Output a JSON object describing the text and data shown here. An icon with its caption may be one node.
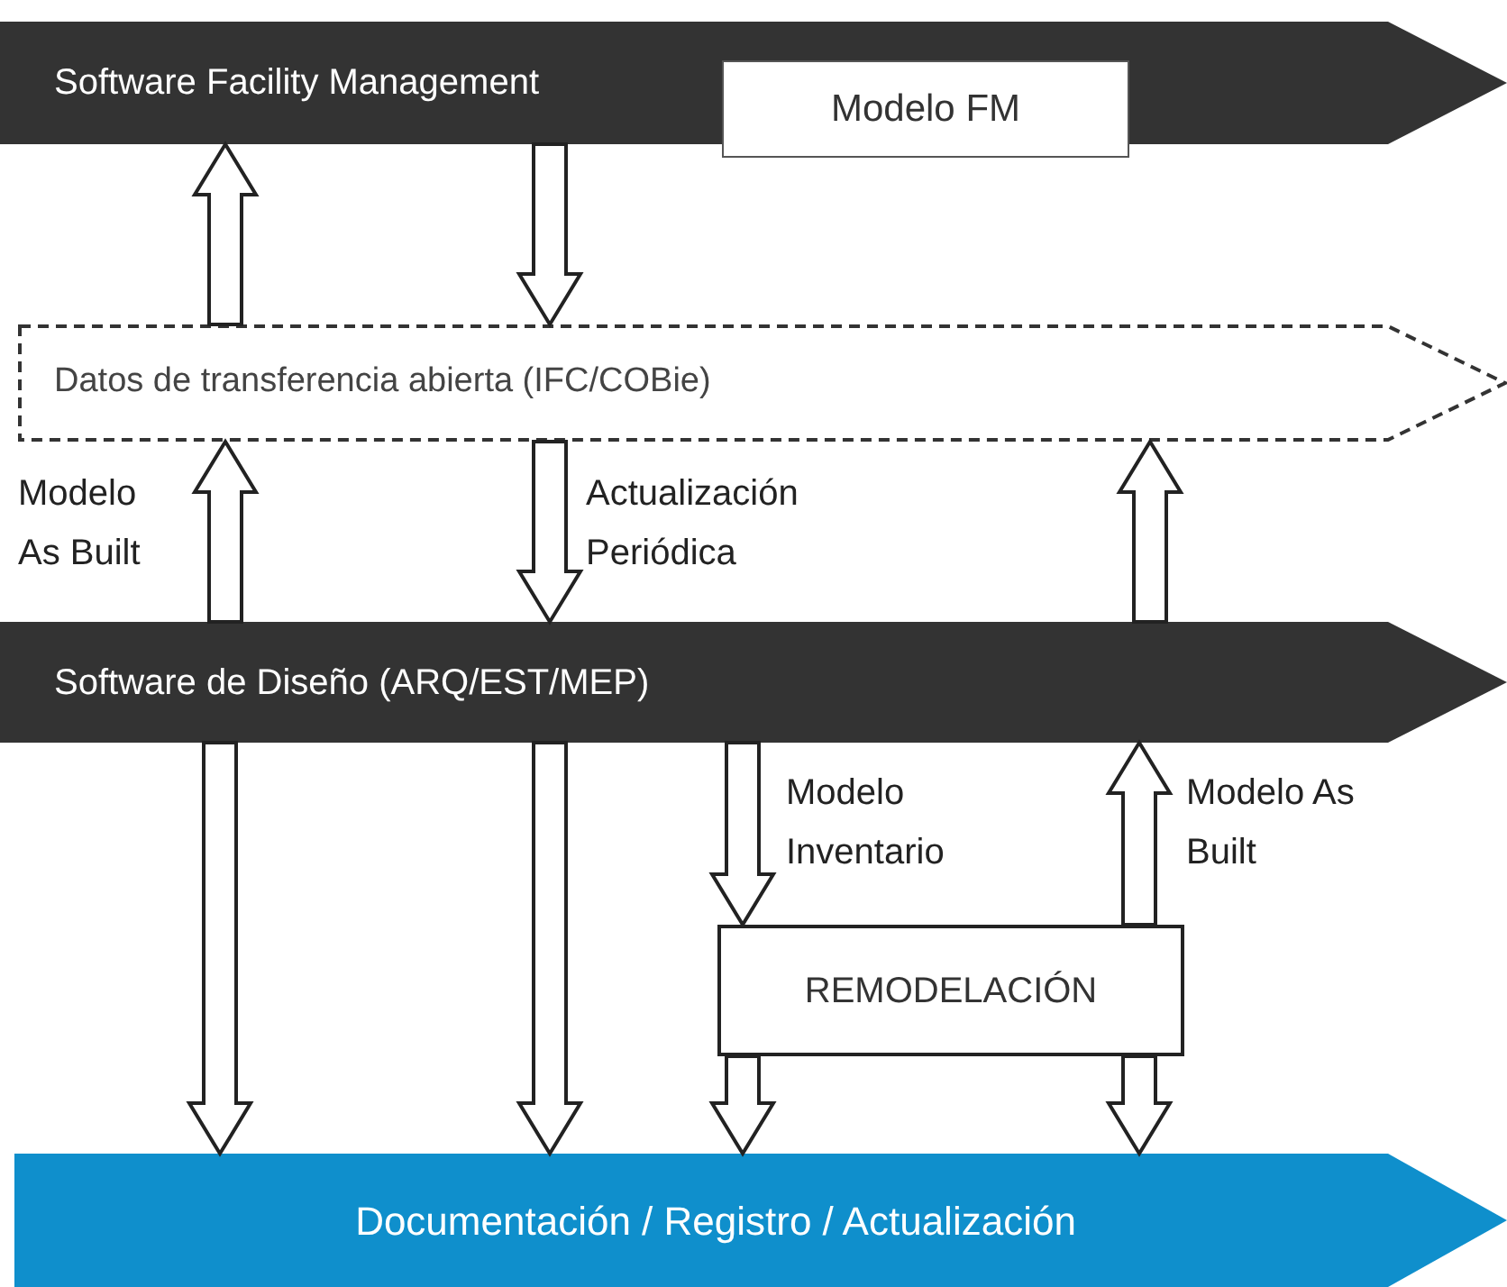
{
  "diagram": {
    "nodes": [
      {
        "text": [
          "Software Facility Management"
        ]
      },
      {
        "text": [
          "Modelo FM"
        ]
      },
      {
        "text": [
          "Datos de transferencia abierta (IFC/COBie)"
        ]
      },
      {
        "text": [
          "Software de Diseño (ARQ/EST/MEP)"
        ]
      },
      {
        "text": [
          "REMODELACIÓN"
        ]
      },
      {
        "text": [
          "Documentación / Registro / Actualización"
        ]
      }
    ],
    "edges": [
      {
        "from": 2,
        "to": 0,
        "arrow": "to"
      },
      {
        "from": 0,
        "to": 2,
        "arrow": "to"
      },
      {
        "from": 3,
        "to": 2,
        "arrow": "to",
        "label": "Modelo As Built"
      },
      {
        "from": 2,
        "to": 3,
        "arrow": "to",
        "label": "Actualización Periódica"
      },
      {
        "from": 3,
        "to": 2,
        "arrow": "to"
      },
      {
        "from": 3,
        "to": 5,
        "arrow": "to"
      },
      {
        "from": 3,
        "to": 5,
        "arrow": "to"
      },
      {
        "from": 3,
        "to": 4,
        "arrow": "to",
        "label": "Modelo Inventario"
      },
      {
        "from": 4,
        "to": 3,
        "arrow": "to",
        "label": "Modelo As Built"
      },
      {
        "from": 4,
        "to": 5,
        "arrow": "to"
      },
      {
        "from": 4,
        "to": 5,
        "arrow": "to"
      }
    ]
  }
}
